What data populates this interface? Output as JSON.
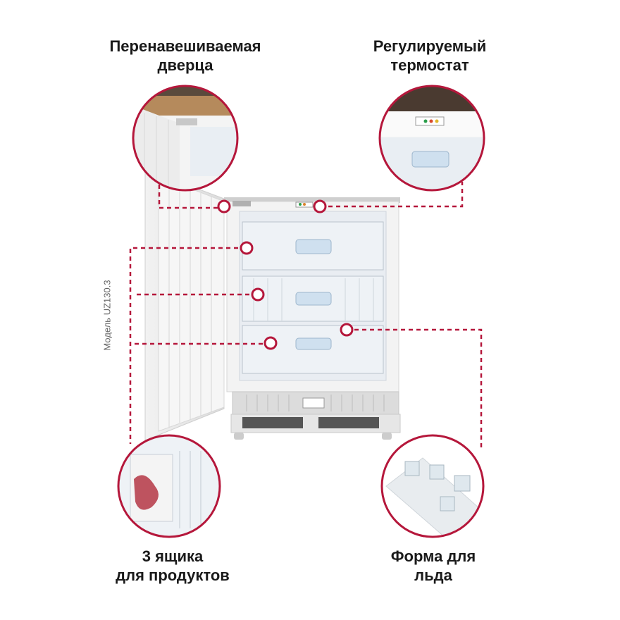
{
  "labels": {
    "door": [
      "Перенавешиваемая",
      "дверца"
    ],
    "thermostat": [
      "Регулируемый",
      "термостат"
    ],
    "drawers": [
      "3 ящика",
      "для продуктов"
    ],
    "ice": [
      "Форма для",
      "льда"
    ]
  },
  "model": "Модель UZ130.3",
  "colors": {
    "accent": "#b5173b",
    "text": "#1a1a1a",
    "muted": "#666666"
  },
  "callouts": [
    "door-hinge-callout",
    "thermostat-callout",
    "drawers-callout",
    "ice-tray-callout"
  ]
}
